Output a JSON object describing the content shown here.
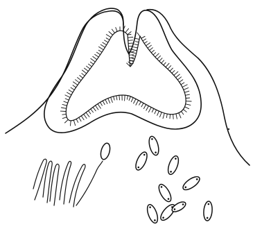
{
  "figure": {
    "ink_color": "#111111",
    "background_color": "#ffffff",
    "parts": [
      "outer-tissue-outline",
      "fruiting-body-outline",
      "hymenium-layer",
      "asci-with-spores",
      "free-ascospores"
    ],
    "ascospore_count": 9,
    "asci_count": 6
  }
}
